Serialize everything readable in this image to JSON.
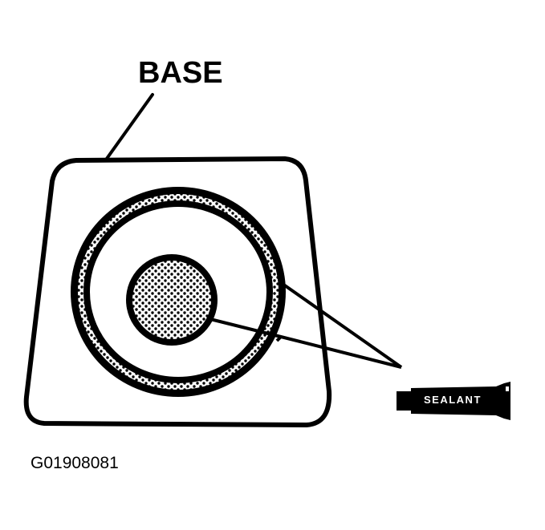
{
  "diagram": {
    "base_label": "BASE",
    "sealant_label": "SEALANT",
    "figure_id": "G01908081",
    "colors": {
      "ink": "#000000",
      "background": "#ffffff"
    },
    "parts": [
      {
        "name": "base-plate",
        "description": "rounded trapezoid base outline"
      },
      {
        "name": "outer-sealant-ring",
        "description": "stippled ring of sealant"
      },
      {
        "name": "center-sealant-dot",
        "description": "stippled center circle of sealant"
      },
      {
        "name": "sealant-tube",
        "description": "tube of sealant with leader lines to both sealant areas"
      }
    ]
  }
}
